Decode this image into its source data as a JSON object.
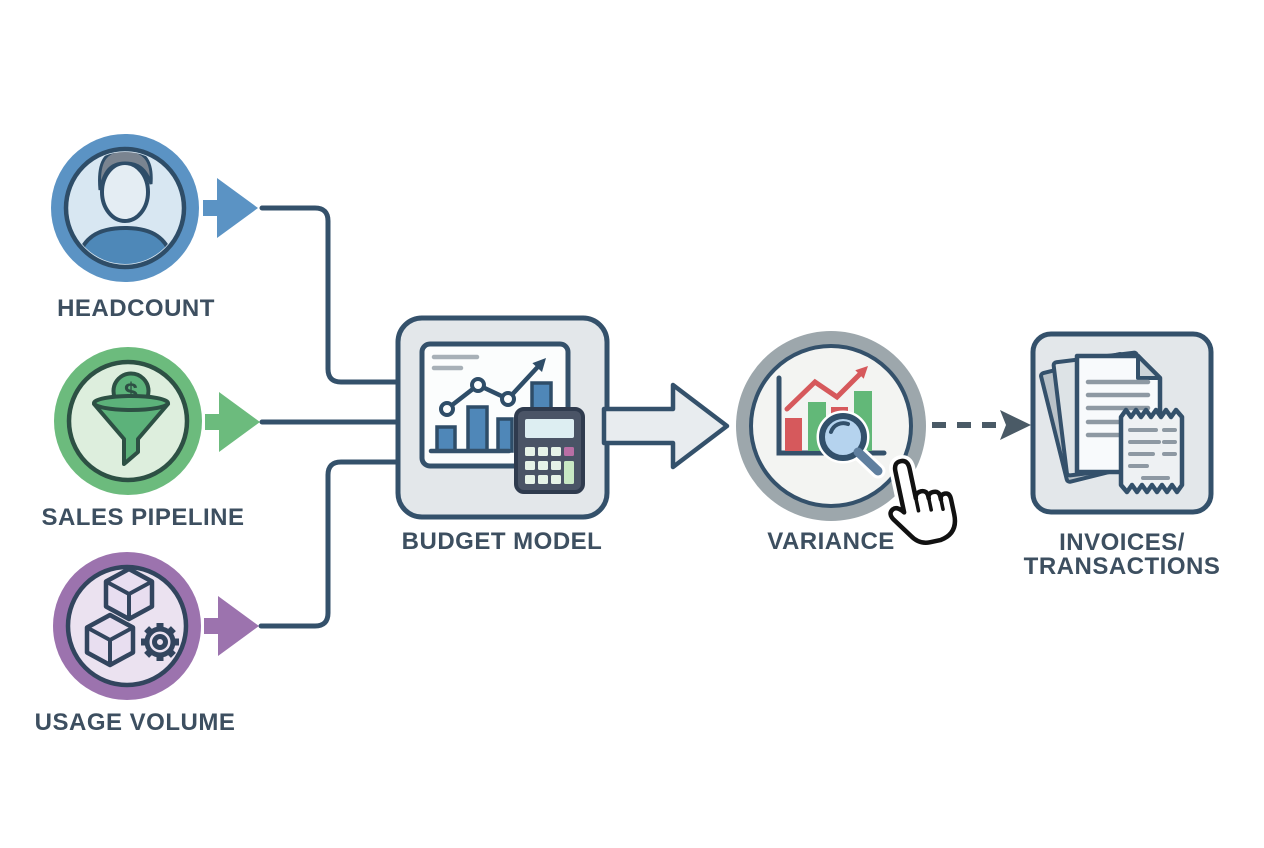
{
  "diagram": {
    "sources": [
      {
        "label": "HEADCOUNT",
        "icon": "person-avatar-icon",
        "accent_color": "#5b93c4",
        "inner_color": "#d8e7f2"
      },
      {
        "label": "SALES PIPELINE",
        "icon": "dollar-funnel-icon",
        "accent_color": "#6cbb7d",
        "inner_color": "#ddeedd",
        "dollar_sign": "$"
      },
      {
        "label": "USAGE VOLUME",
        "icon": "cubes-gear-icon",
        "accent_color": "#9c73ae",
        "inner_color": "#ebe2f0"
      }
    ],
    "budget_model": {
      "label": "BUDGET MODEL",
      "icon": "bar-chart-calculator-icon"
    },
    "variance": {
      "label": "VARIANCE",
      "icon": "magnifier-bar-chart-icon",
      "overlay": "hand-pointer-cursor"
    },
    "invoices": {
      "label_line1": "INVOICES/",
      "label_line2": "TRANSACTIONS",
      "icon": "documents-receipt-icon"
    },
    "connectors": {
      "headcount_to_budget": "elbow-line",
      "sales_to_budget": "straight-line",
      "usage_to_budget": "elbow-line",
      "budget_to_variance": "block-arrow",
      "variance_to_invoices": "dashed-arrow"
    },
    "colors": {
      "outline_navy": "#34516b",
      "label_text": "#3d4f60",
      "box_fill": "#e3e7ea",
      "block_arrow_fill": "#e8ecef",
      "variance_ring": "#9da7ac",
      "bar_blue": "#4f87b8",
      "bar_red": "#d6595c",
      "bar_green": "#62b878",
      "lens_blue": "#b5d3ee",
      "calculator_body": "#4a5466",
      "calc_button_pink": "#b96fa5",
      "calc_button_green": "#c8e8c4"
    }
  }
}
